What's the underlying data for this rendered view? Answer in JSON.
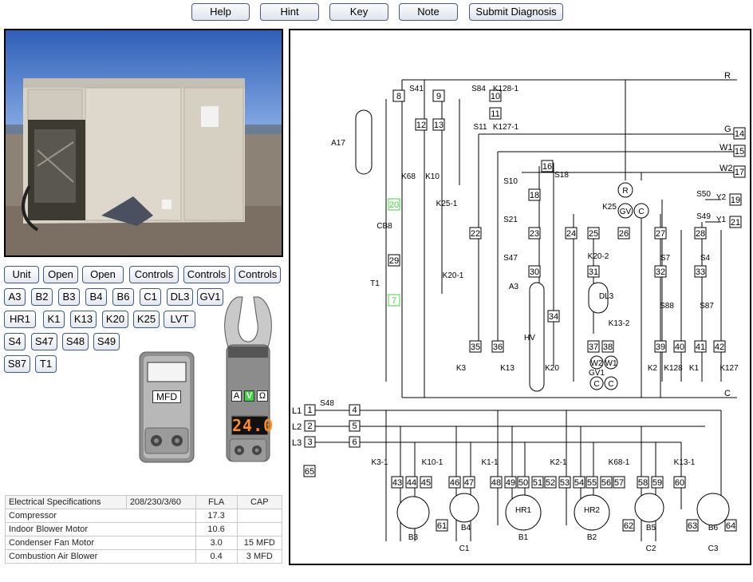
{
  "toolbar": {
    "help": "Help",
    "hint": "Hint",
    "key": "Key",
    "note": "Note",
    "submit": "Submit Diagnosis"
  },
  "unit_buttons": [
    "Unit",
    "Open",
    "Open",
    "Controls",
    "Controls",
    "Controls"
  ],
  "component_buttons": [
    "A3",
    "B2",
    "B3",
    "B4",
    "B6",
    "C1",
    "DL3",
    "GV1",
    "HR1",
    "K1",
    "K13",
    "K20",
    "K25",
    "LVT",
    "S4",
    "S47",
    "S48",
    "S49",
    "S87",
    "T1"
  ],
  "capacitance_meter": {
    "label": "MFD"
  },
  "clamp_meter": {
    "modes": [
      "A",
      "V",
      "Ω"
    ],
    "active_mode": "V",
    "reading": "24.0"
  },
  "specs": {
    "header": [
      "Electrical Specifications",
      "208/230/3/60",
      "FLA",
      "CAP"
    ],
    "rows": [
      {
        "name": "Compressor",
        "fla": "17.3",
        "cap": ""
      },
      {
        "name": "Indoor Blower Motor",
        "fla": "10.6",
        "cap": ""
      },
      {
        "name": "Condenser Fan Motor",
        "fla": "3.0",
        "cap": "15 MFD"
      },
      {
        "name": "Combustion Air Blower",
        "fla": "0.4",
        "cap": "3 MFD"
      }
    ]
  },
  "schematic": {
    "lines": [
      "R",
      "G",
      "W1",
      "W2",
      "C"
    ],
    "lines_right": [
      "14",
      "15",
      "17"
    ],
    "supply": [
      "L1",
      "L2",
      "L3"
    ],
    "supply_terminals": [
      "1",
      "2",
      "3",
      "4",
      "5",
      "6"
    ],
    "components": [
      "A17",
      "S41",
      "S84",
      "K128-1",
      "S11",
      "K127-1",
      "K68",
      "K10",
      "CB8",
      "T1",
      "K25-1",
      "K20-1",
      "S18",
      "S10",
      "S21",
      "S47",
      "A3",
      "HV",
      "K3",
      "K13",
      "K20",
      "K20-2",
      "DL3",
      "K13-2",
      "K25",
      "GV1",
      "S50",
      "Y2",
      "S49",
      "Y1",
      "S7",
      "S4",
      "S88",
      "S87",
      "K2",
      "K128",
      "K1",
      "K127",
      "S48",
      "K3-1",
      "K10-1",
      "K1-1",
      "K2-1",
      "K68-1",
      "K13-1",
      "B3",
      "B4",
      "C1",
      "HR1",
      "B1",
      "HR2",
      "B2",
      "B5",
      "C2",
      "B6",
      "C3"
    ],
    "terminals": [
      "8",
      "9",
      "10",
      "11",
      "12",
      "13",
      "16",
      "18",
      "19",
      "20",
      "21",
      "22",
      "23",
      "24",
      "25",
      "26",
      "27",
      "28",
      "29",
      "30",
      "31",
      "32",
      "33",
      "34",
      "35",
      "36",
      "37",
      "38",
      "39",
      "40",
      "41",
      "42",
      "43",
      "44",
      "45",
      "46",
      "47",
      "48",
      "49",
      "50",
      "51",
      "52",
      "53",
      "54",
      "55",
      "56",
      "57",
      "58",
      "59",
      "60",
      "61",
      "62",
      "63",
      "64",
      "65",
      "7"
    ],
    "motor_labels": [
      "R",
      "GV",
      "C",
      "W2",
      "W1",
      "C",
      "C"
    ]
  }
}
